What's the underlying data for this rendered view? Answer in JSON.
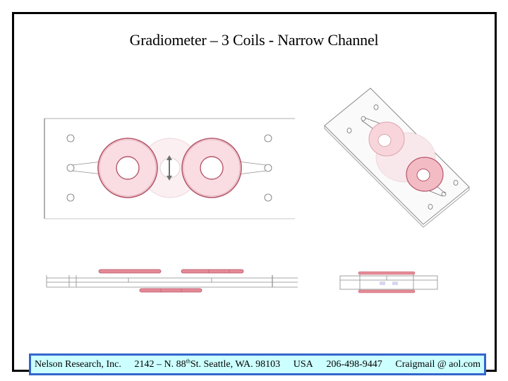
{
  "slide": {
    "title": "Gradiometer – 3 Coils - Narrow Channel"
  },
  "figures": {
    "top_view": {
      "label": "top-view-drawing",
      "coil_color": "#f5c6cc",
      "coil_edge": "#b5566a"
    },
    "isometric_view": {
      "label": "isometric-view-drawing"
    },
    "side_view": {
      "label": "side-view-drawing"
    },
    "end_view": {
      "label": "end-view-drawing"
    }
  },
  "footer": {
    "company": "Nelson Research, Inc.",
    "address_prefix": "2142 – N. 88",
    "address_sup": "th",
    "address_suffix": " St. Seattle, WA. 98103",
    "country": "USA",
    "phone": "206-498-9447",
    "email": "Craigmail @ aol.com",
    "fill_color": "#ccffff",
    "border_color": "#3366cc"
  }
}
